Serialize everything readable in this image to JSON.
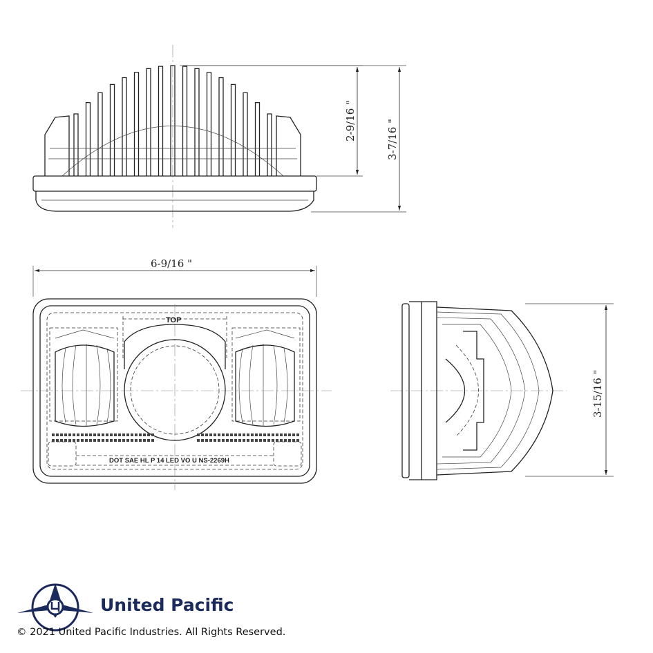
{
  "dimensions": {
    "top_view_fin_height": "2-9/16 \"",
    "top_view_total_height": "3-7/16 \"",
    "front_view_width": "6-9/16 \"",
    "side_view_height": "3-15/16 \""
  },
  "front_view": {
    "top_marking": "TOP",
    "lens_marking": "DOT SAE HL P 14 LED VO U NS-2269H"
  },
  "footer": {
    "brand_name": "United Pacific",
    "copyright": "© 2021 United Pacific Industries. All Rights Reserved."
  },
  "colors": {
    "brand": "#1b2a5c",
    "line": "#222222"
  }
}
